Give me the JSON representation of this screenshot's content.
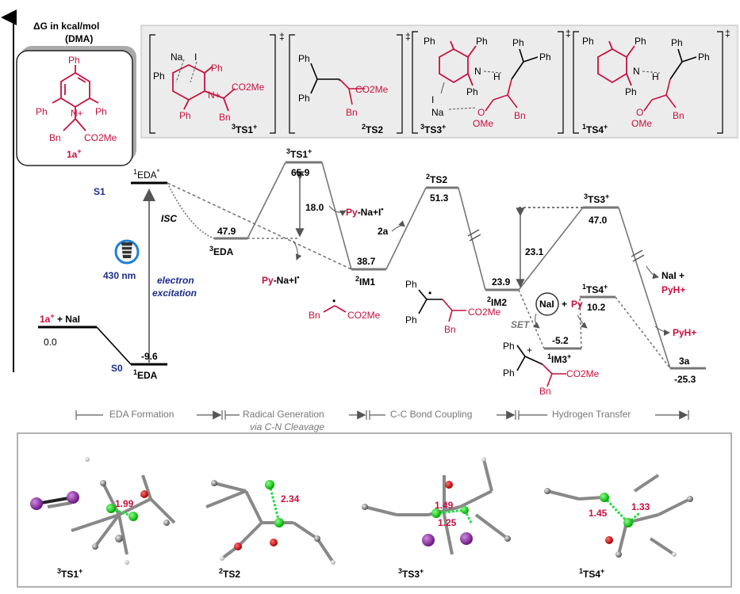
{
  "axis": {
    "line1": "ΔG in kcal/mol",
    "line2": "(DMA)"
  },
  "structures": {
    "reactant": {
      "label": "1a",
      "charge": "+"
    },
    "ts1": {
      "sup": "3",
      "name": "TS1",
      "charge": "+"
    },
    "ts2": {
      "sup": "2",
      "name": "TS2"
    },
    "ts3": {
      "sup": "3",
      "name": "TS3",
      "charge": "+"
    },
    "ts4": {
      "sup": "1",
      "name": "TS4",
      "charge": "+"
    },
    "dagger": "‡",
    "atoms": {
      "ph": "Ph",
      "n": "N",
      "np": "N+",
      "na": "Na",
      "i": "I",
      "bn": "Bn",
      "ester": "CO2Me",
      "ome": "OMe",
      "h": "H",
      "o": "O"
    }
  },
  "states": {
    "s1": "S1",
    "s0": "S0"
  },
  "levels": [
    {
      "key": "start",
      "value": "0.0"
    },
    {
      "key": "edaS0",
      "value": "-9.6",
      "name": "EDA",
      "sup": "1"
    },
    {
      "key": "edaS1",
      "name": "EDA",
      "sup": "1",
      "star": "*"
    },
    {
      "key": "eda3",
      "value": "47.9",
      "name": "EDA",
      "sup": "3"
    },
    {
      "key": "ts1",
      "value": "65.9",
      "name": "TS1",
      "sup": "3",
      "charge": "+"
    },
    {
      "key": "im1",
      "value": "38.7",
      "name": "IM1",
      "sup": "2"
    },
    {
      "key": "ts2",
      "value": "51.3",
      "name": "TS2",
      "sup": "2"
    },
    {
      "key": "im2",
      "value": "23.9",
      "name": "IM2",
      "sup": "2"
    },
    {
      "key": "im3",
      "value": "-5.2",
      "name": "IM3",
      "sup": "1",
      "charge": "+"
    },
    {
      "key": "ts3",
      "value": "47.0",
      "name": "TS3",
      "sup": "3",
      "charge": "+"
    },
    {
      "key": "ts4",
      "value": "10.2",
      "name": "TS4",
      "sup": "1",
      "charge": "+"
    },
    {
      "key": "prod",
      "value": "-25.3",
      "name": "3a"
    }
  ],
  "annotations": {
    "start_species": "1a",
    "plus_nai": " + NaI",
    "barrier1": "18.0",
    "barrier2": "23.1",
    "isc": "ISC",
    "wavelength": "430 nm",
    "excitation1": "electron",
    "excitation2": "excitation",
    "py": "Py",
    "nai_rad": "-Na+I",
    "dot": "•",
    "two_a": "2a",
    "nai": "NaI",
    "plus": "+",
    "set": "SET",
    "nai_plus": "NaI +",
    "pyh": "PyH+",
    "bn": "Bn",
    "co2me": "CO2Me",
    "ph": "Ph"
  },
  "phases": [
    {
      "label": "EDA Formation"
    },
    {
      "label": "Radical Generation",
      "sub": "via C-N Cleavage"
    },
    {
      "label": "C-C Bond Coupling"
    },
    {
      "label": "Hydrogen Transfer"
    }
  ],
  "geometries": [
    {
      "name": "TS1",
      "sup": "3",
      "charge": "+",
      "dist": [
        "1.99"
      ]
    },
    {
      "name": "TS2",
      "sup": "2",
      "dist": [
        "2.34"
      ]
    },
    {
      "name": "TS3",
      "sup": "3",
      "charge": "+",
      "dist": [
        "1.49",
        "1.25"
      ]
    },
    {
      "name": "TS4",
      "sup": "1",
      "charge": "+",
      "dist": [
        "1.45",
        "1.33"
      ]
    }
  ],
  "colors": {
    "red": "#c8103e",
    "blue": "#1a2d8a",
    "gray": "#777777",
    "green": "#22dd44"
  }
}
